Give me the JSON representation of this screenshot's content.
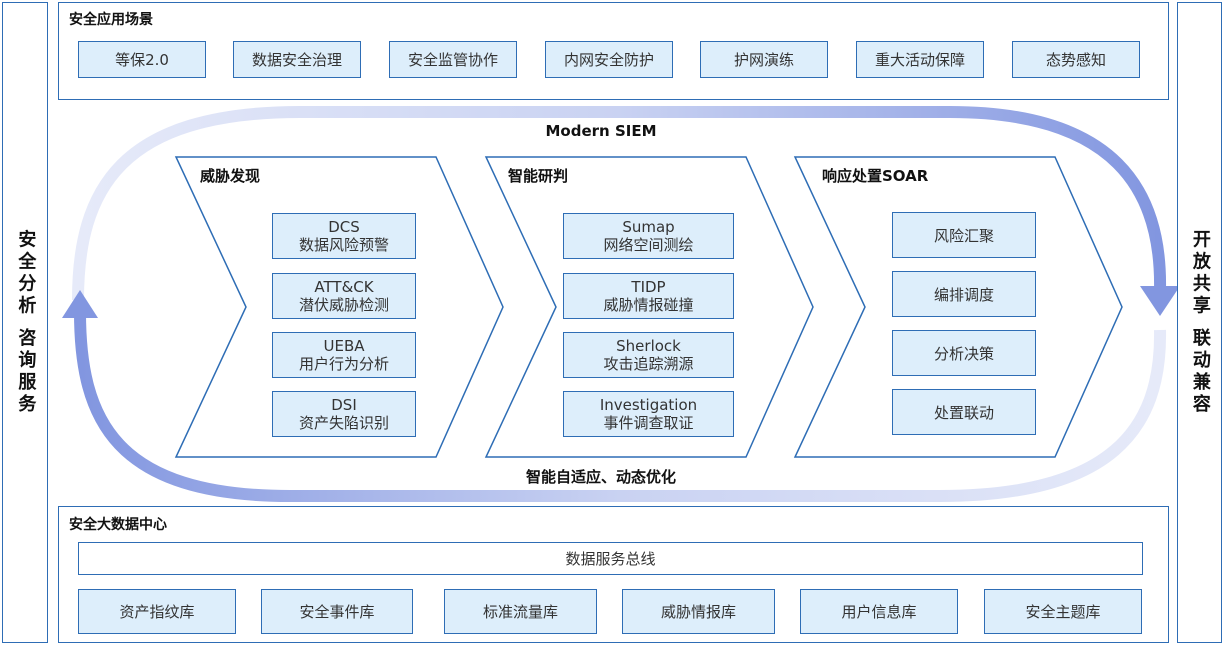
{
  "left_panel": {
    "title": "安全分析 咨询服务"
  },
  "right_panel": {
    "title": "开放共享 联动兼容"
  },
  "scenarios": {
    "title": "安全应用场景",
    "items": [
      "等保2.0",
      "数据安全治理",
      "安全监管协作",
      "内网安全防护",
      "护网演练",
      "重大活动保障",
      "态势感知"
    ]
  },
  "cycle": {
    "top_label": "Modern SIEM",
    "bottom_label": "智能自适应、动态优化"
  },
  "stages": [
    {
      "title": "威胁发现",
      "items": [
        {
          "en": "DCS",
          "zh": "数据风险预警"
        },
        {
          "en": "ATT&CK",
          "zh": "潜伏威胁检测"
        },
        {
          "en": "UEBA",
          "zh": "用户行为分析"
        },
        {
          "en": "DSI",
          "zh": "资产失陷识别"
        }
      ]
    },
    {
      "title": "智能研判",
      "items": [
        {
          "en": "Sumap",
          "zh": "网络空间测绘"
        },
        {
          "en": "TIDP",
          "zh": "威胁情报碰撞"
        },
        {
          "en": "Sherlock",
          "zh": "攻击追踪溯源"
        },
        {
          "en": "Investigation",
          "zh": "事件调查取证"
        }
      ]
    },
    {
      "title": "响应处置SOAR",
      "items": [
        "风险汇聚",
        "编排调度",
        "分析决策",
        "处置联动"
      ]
    }
  ],
  "data_center": {
    "title": "安全大数据中心",
    "bus": "数据服务总线",
    "items": [
      "资产指纹库",
      "安全事件库",
      "标准流量库",
      "威胁情报库",
      "用户信息库",
      "安全主题库"
    ]
  },
  "colors": {
    "border": "#2e6db5",
    "tag_fill": "#ddeefb",
    "cycle_light": "#e4e8f8",
    "cycle_dark": "#7f95e0"
  }
}
